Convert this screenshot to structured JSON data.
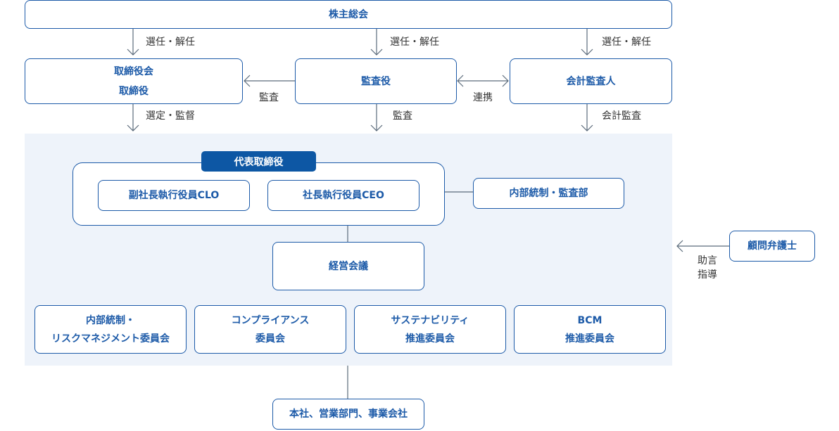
{
  "shareholders_meeting": "株主総会",
  "board": {
    "line1": "取締役会",
    "line2": "取締役"
  },
  "auditor": "監査役",
  "accounting_auditor": "会計監査人",
  "labels": {
    "elect1": "選任・解任",
    "elect2": "選任・解任",
    "elect3": "選任・解任",
    "audit_left": "監査",
    "cooperation": "連携",
    "board_down": "選定・監督",
    "audit_down": "監査",
    "accounting_audit_down": "会計監査",
    "advice_line1": "助言",
    "advice_line2": "指導"
  },
  "representative_director": "代表取締役",
  "vice_president_clo": "副社長執行役員CLO",
  "president_ceo": "社長執行役員CEO",
  "internal_audit_dept": "内部統制・監査部",
  "management_meeting": "経営会議",
  "legal_advisor": "顧問弁護士",
  "committees": [
    {
      "line1": "内部統制・",
      "line2": "リスクマネジメント委員会"
    },
    {
      "line1": "コンプライアンス",
      "line2": "委員会"
    },
    {
      "line1": "サステナビリティ",
      "line2": "推進委員会"
    },
    {
      "line1": "BCM",
      "line2": "推進委員会"
    }
  ],
  "operations": "本社、営業部門、事業会社",
  "colors": {
    "primary": "#1c5aa8",
    "tag_bg": "#0d57a4",
    "panel_bg": "#eef3fa",
    "line": "#5a6a7a"
  }
}
